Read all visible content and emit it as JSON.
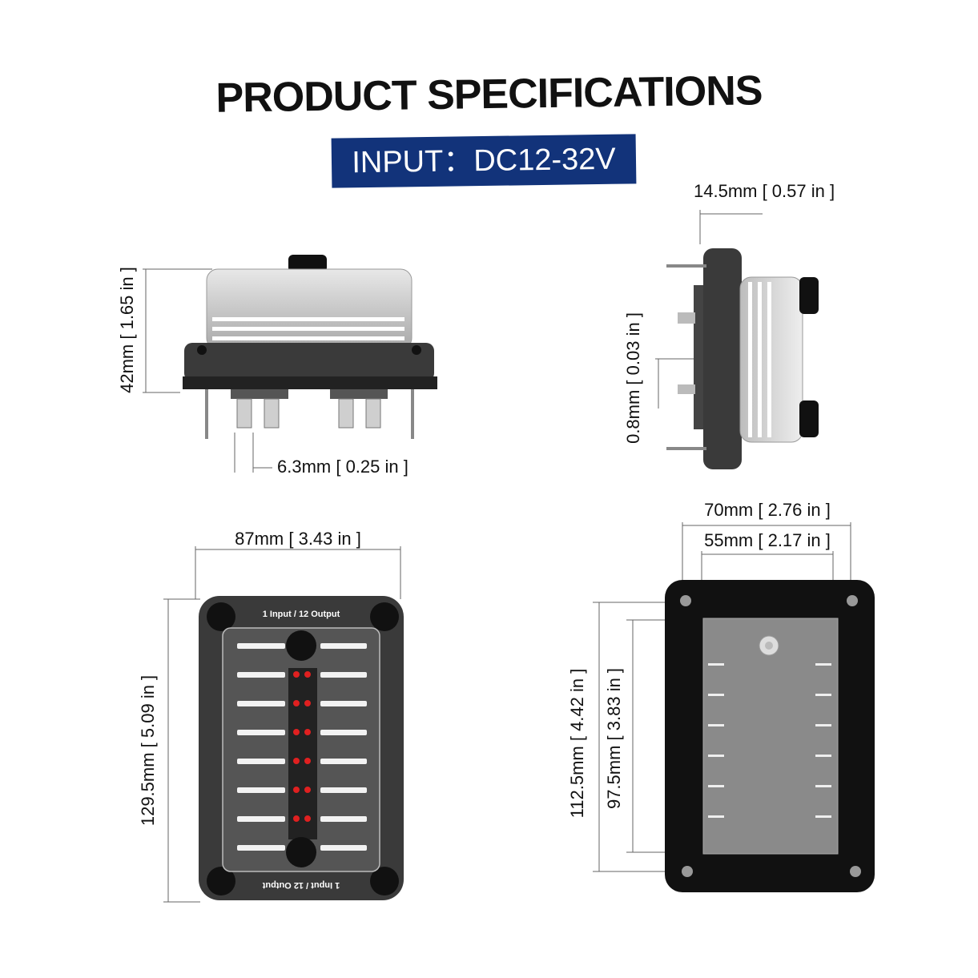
{
  "title": "PRODUCT SPECIFICATIONS",
  "input_badge": "INPUT：DC12-32V",
  "dimensions": {
    "front_height": "42mm [ 1.65 in ]",
    "terminal_pitch": "6.3mm [ 0.25 in ]",
    "side_depth": "14.5mm [ 0.57 in ]",
    "side_thickness": "0.8mm [ 0.03 in ]",
    "top_width": "87mm [ 3.43 in ]",
    "top_height": "129.5mm [ 5.09 in ]",
    "back_width_outer": "70mm [ 2.76 in ]",
    "back_width_inner": "55mm [ 2.17 in ]",
    "back_height_outer": "112.5mm [ 4.42 in ]",
    "back_height_inner": "97.5mm [ 3.83 in ]"
  },
  "panel_labels": {
    "top": "1 Input / 12 Output",
    "bottom": "1 Input / 12 Output"
  },
  "colors": {
    "badge": "#12337a",
    "led": "#e02020",
    "housing": "#3a3a3a"
  }
}
